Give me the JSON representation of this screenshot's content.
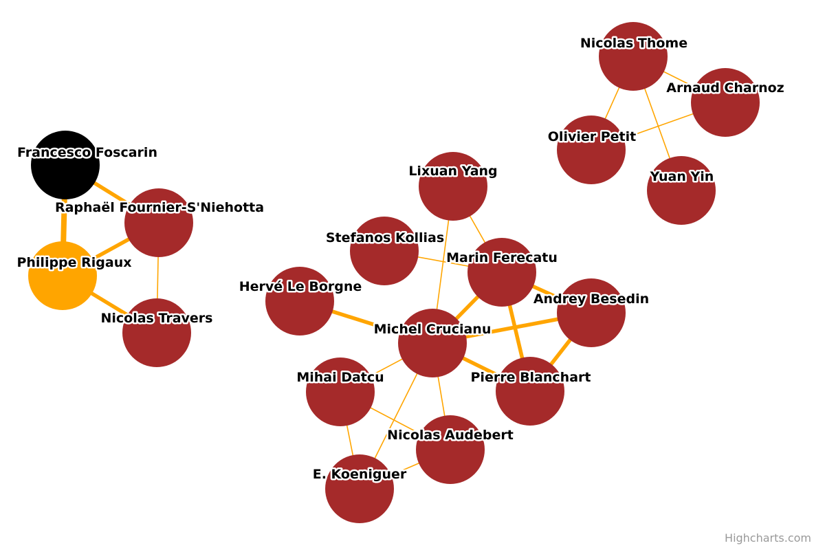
{
  "colors": {
    "edge": "#ffa500",
    "node_default": "#a52a2a",
    "node_highlight": "#ffa500",
    "node_selected": "#000000",
    "credits": "#999999"
  },
  "nodes": [
    {
      "id": "Francesco Foscarin",
      "label": "Francesco Foscarin",
      "color": "#000000"
    },
    {
      "id": "Raphaël Fournier-S'Niehotta",
      "label": "Raphaël Fournier-S'Niehotta",
      "color": "#a52a2a"
    },
    {
      "id": "Philippe Rigaux",
      "label": "Philippe Rigaux",
      "color": "#ffa500"
    },
    {
      "id": "Nicolas Travers",
      "label": "Nicolas Travers",
      "color": "#a52a2a"
    },
    {
      "id": "Lixuan Yang",
      "label": "Lixuan Yang",
      "color": "#a52a2a"
    },
    {
      "id": "Stefanos Kollias",
      "label": "Stefanos Kollias",
      "color": "#a52a2a"
    },
    {
      "id": "Marin Ferecatu",
      "label": "Marin Ferecatu",
      "color": "#a52a2a"
    },
    {
      "id": "Hervé Le Borgne",
      "label": "Hervé Le Borgne",
      "color": "#a52a2a"
    },
    {
      "id": "Andrey Besedin",
      "label": "Andrey Besedin",
      "color": "#a52a2a"
    },
    {
      "id": "Michel Crucianu",
      "label": "Michel Crucianu",
      "color": "#a52a2a"
    },
    {
      "id": "Mihai Datcu",
      "label": "Mihai Datcu",
      "color": "#a52a2a"
    },
    {
      "id": "Pierre Blanchart",
      "label": "Pierre Blanchart",
      "color": "#a52a2a"
    },
    {
      "id": "Nicolas Audebert",
      "label": "Nicolas Audebert",
      "color": "#a52a2a"
    },
    {
      "id": "E. Koeniguer",
      "label": "E. Koeniguer",
      "color": "#a52a2a"
    },
    {
      "id": "Nicolas Thome",
      "label": "Nicolas Thome",
      "color": "#a52a2a"
    },
    {
      "id": "Arnaud Charnoz",
      "label": "Arnaud Charnoz",
      "color": "#a52a2a"
    },
    {
      "id": "Olivier Petit",
      "label": "Olivier Petit",
      "color": "#a52a2a"
    },
    {
      "id": "Yuan Yin",
      "label": "Yuan Yin",
      "color": "#a52a2a"
    }
  ],
  "edges": [
    {
      "from": "Francesco Foscarin",
      "to": "Raphaël Fournier-S'Niehotta",
      "weight": 3
    },
    {
      "from": "Francesco Foscarin",
      "to": "Philippe Rigaux",
      "weight": 5
    },
    {
      "from": "Philippe Rigaux",
      "to": "Raphaël Fournier-S'Niehotta",
      "weight": 3
    },
    {
      "from": "Philippe Rigaux",
      "to": "Nicolas Travers",
      "weight": 3
    },
    {
      "from": "Raphaël Fournier-S'Niehotta",
      "to": "Nicolas Travers",
      "weight": 1
    },
    {
      "from": "Lixuan Yang",
      "to": "Marin Ferecatu",
      "weight": 1
    },
    {
      "from": "Lixuan Yang",
      "to": "Michel Crucianu",
      "weight": 1
    },
    {
      "from": "Stefanos Kollias",
      "to": "Marin Ferecatu",
      "weight": 1
    },
    {
      "from": "Marin Ferecatu",
      "to": "Michel Crucianu",
      "weight": 3
    },
    {
      "from": "Marin Ferecatu",
      "to": "Andrey Besedin",
      "weight": 3
    },
    {
      "from": "Marin Ferecatu",
      "to": "Pierre Blanchart",
      "weight": 3
    },
    {
      "from": "Hervé Le Borgne",
      "to": "Michel Crucianu",
      "weight": 3
    },
    {
      "from": "Michel Crucianu",
      "to": "Andrey Besedin",
      "weight": 3
    },
    {
      "from": "Michel Crucianu",
      "to": "Pierre Blanchart",
      "weight": 3
    },
    {
      "from": "Andrey Besedin",
      "to": "Pierre Blanchart",
      "weight": 3
    },
    {
      "from": "Michel Crucianu",
      "to": "Mihai Datcu",
      "weight": 1
    },
    {
      "from": "Michel Crucianu",
      "to": "Nicolas Audebert",
      "weight": 1
    },
    {
      "from": "Michel Crucianu",
      "to": "E. Koeniguer",
      "weight": 1
    },
    {
      "from": "Mihai Datcu",
      "to": "Nicolas Audebert",
      "weight": 1
    },
    {
      "from": "Mihai Datcu",
      "to": "E. Koeniguer",
      "weight": 1
    },
    {
      "from": "Nicolas Audebert",
      "to": "E. Koeniguer",
      "weight": 1
    },
    {
      "from": "Nicolas Thome",
      "to": "Arnaud Charnoz",
      "weight": 1
    },
    {
      "from": "Nicolas Thome",
      "to": "Olivier Petit",
      "weight": 1
    },
    {
      "from": "Nicolas Thome",
      "to": "Yuan Yin",
      "weight": 1
    },
    {
      "from": "Olivier Petit",
      "to": "Arnaud Charnoz",
      "weight": 1
    }
  ],
  "credits": "Highcharts.com"
}
